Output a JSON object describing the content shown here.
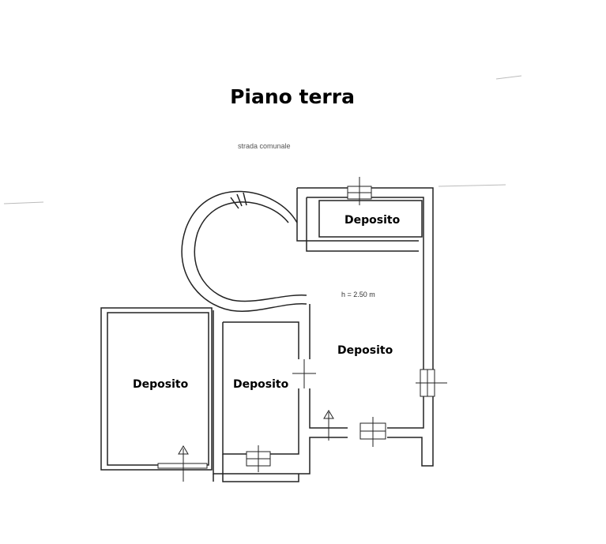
{
  "title": "Piano terra",
  "street_label": "strada comunale",
  "height_label": "h = 2.50 m",
  "rooms": {
    "top": "Deposito",
    "main": "Deposito",
    "left": "Deposito",
    "middle": "Deposito"
  },
  "colors": {
    "wall": "#222222",
    "background": "#ffffff"
  }
}
